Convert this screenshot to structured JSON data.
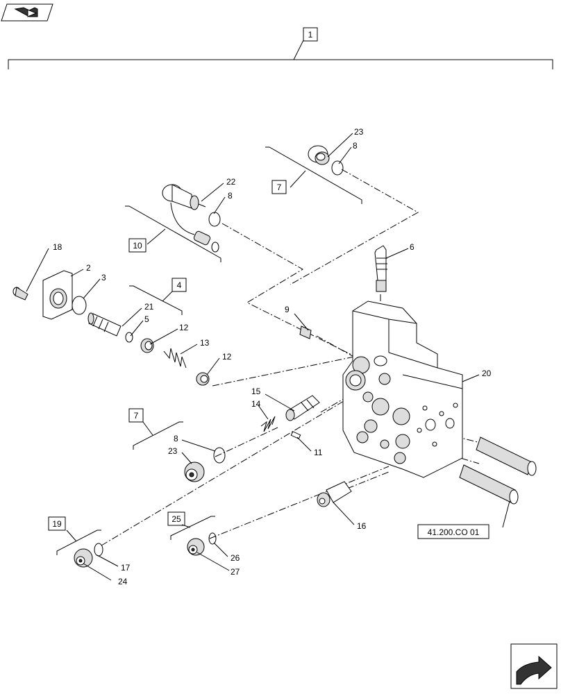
{
  "assembly_label": "1",
  "group_boxes": {
    "b7_top": "7",
    "b10": "10",
    "b4": "4",
    "b7_low": "7",
    "b19": "19",
    "b25": "25"
  },
  "callouts": {
    "c23_top": "23",
    "c8_top": "8",
    "c22": "22",
    "c8_mid": "8",
    "c6": "6",
    "c18": "18",
    "c2": "2",
    "c3": "3",
    "c21": "21",
    "c5": "5",
    "c12_a": "12",
    "c13": "13",
    "c12_b": "12",
    "c9": "9",
    "c20": "20",
    "c15": "15",
    "c14": "14",
    "c8_low": "8",
    "c23_low": "23",
    "c11": "11",
    "c16": "16",
    "c17": "17",
    "c24": "24",
    "c26": "26",
    "c27": "27"
  },
  "reference_box": "41.200.CO 01",
  "icons": {
    "top_left": "book-arrow-icon",
    "bottom_right": "next-page-arrow-icon"
  }
}
